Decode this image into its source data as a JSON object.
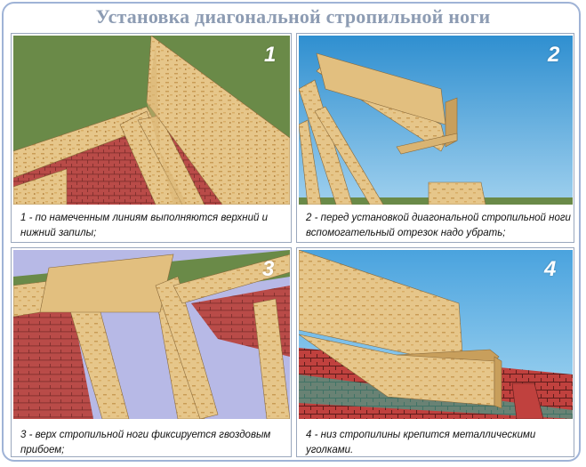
{
  "title": "Установка диагональной стропильной ноги",
  "steps": [
    {
      "number": "1",
      "caption": "1 - по намеченным линиям выполняются верхний и нижний запилы;"
    },
    {
      "number": "2",
      "caption": "2 - перед установкой диагональной стропильной ноги вспомогательный отрезок надо убрать;"
    },
    {
      "number": "3",
      "caption": "3 - верх стропильной ноги фиксируется гвоздовым прибоем;"
    },
    {
      "number": "4",
      "caption": "4 - низ стропилины крепится металлическими уголками."
    }
  ],
  "colors": {
    "sky": "#70b6e0",
    "wood": "#e8c98e",
    "brick": "#a63a3a",
    "title": "#8d9cb3"
  }
}
